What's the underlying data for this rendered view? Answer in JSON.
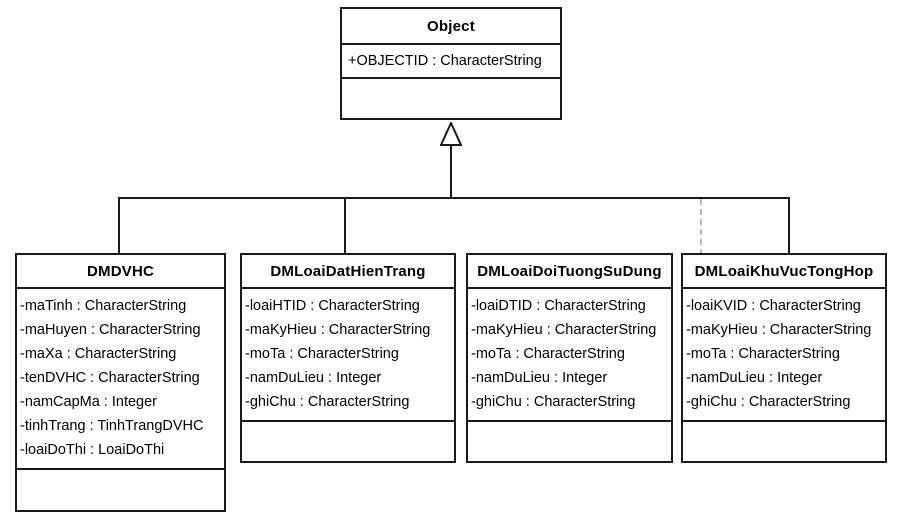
{
  "diagram": {
    "type": "uml-class-diagram",
    "relationship": "generalization",
    "colors": {
      "background": "#ffffff",
      "line": "#1a1a1a",
      "text": "#000000",
      "faint_line": "#b9b9b9"
    },
    "arrowhead": "hollow-triangle-icon"
  },
  "superclass": {
    "name": "Object",
    "attributes": [
      "+OBJECTID : CharacterString"
    ],
    "operations": []
  },
  "subclasses": [
    {
      "name": "DMDVHC",
      "attributes": [
        "-maTinh : CharacterString",
        "-maHuyen : CharacterString",
        "-maXa : CharacterString",
        "-tenDVHC : CharacterString",
        "-namCapMa : Integer",
        "-tinhTrang : TinhTrangDVHC",
        "-loaiDoThi : LoaiDoThi"
      ],
      "operations": []
    },
    {
      "name": "DMLoaiDatHienTrang",
      "attributes": [
        "-loaiHTID : CharacterString",
        "-maKyHieu : CharacterString",
        "-moTa : CharacterString",
        "-namDuLieu : Integer",
        "-ghiChu : CharacterString"
      ],
      "operations": []
    },
    {
      "name": "DMLoaiDoiTuongSuDung",
      "attributes": [
        "-loaiDTID : CharacterString",
        "-maKyHieu : CharacterString",
        "-moTa : CharacterString",
        "-namDuLieu : Integer",
        "-ghiChu : CharacterString"
      ],
      "operations": []
    },
    {
      "name": "DMLoaiKhuVucTongHop",
      "attributes": [
        "-loaiKVID : CharacterString",
        "-maKyHieu : CharacterString",
        "-moTa : CharacterString",
        "-namDuLieu : Integer",
        "-ghiChu : CharacterString"
      ],
      "operations": []
    }
  ]
}
